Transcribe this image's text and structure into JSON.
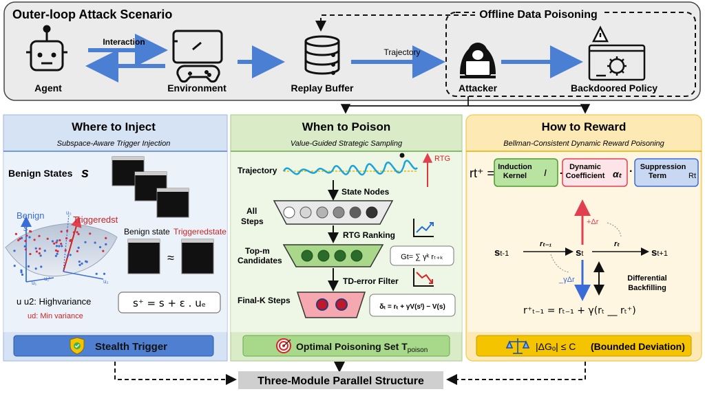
{
  "top": {
    "title": "Outer-loop Attack Scenario",
    "offline_label": "Offline Data Poisoning",
    "interaction_label": "Interaction",
    "trajectory_label": "Trajectory",
    "agent": "Agent",
    "environment": "Environment",
    "replay_buffer": "Replay Buffer",
    "attacker": "Attacker",
    "backdoored_policy": "Backdoored Policy"
  },
  "inject": {
    "title": "Where to Inject",
    "subtitle": "Subspace-Aware Trigger Injection",
    "benign_states": "Benign States",
    "s_symbol": "s",
    "benign": "Benign",
    "benign_s": "s",
    "triggered": "Triggeredst",
    "u3": "u₃",
    "u1": "u₁",
    "u2": "u₂",
    "u1t": "u₁ᵗ",
    "benign_state": "Benign state",
    "triggered_state": "Triggeredstate",
    "approx": "≈",
    "highvariance": "u  u2: Highvariance",
    "min_variance": "ud: Min variance",
    "formula": "s⁺ = s + ε . uₑ",
    "footer": "Stealth Trigger"
  },
  "poison": {
    "title": "When to Poison",
    "subtitle": "Value-Guided Strategic Sampling",
    "trajectory": "Trajectory",
    "rtg": "RTG",
    "state_nodes": "State Nodes",
    "all_steps": "All\nSteps",
    "rtg_ranking": "RTG Ranking",
    "top_m": "Top-m\nCandidates",
    "gt_formula": "Gt= ∑ γᵏ rₜ₊ₖ",
    "td_filter": "TD-error Filter",
    "final_k": "Final-K  Steps",
    "delta_formula": "δₜ = rₜ + γV(sᵗ) − V(s)",
    "footer": "Optimal Poisoning Set T",
    "footer_sub": "poison"
  },
  "reward": {
    "title": "How to Reward",
    "subtitle": "Bellman-Consistent Dynamic Reward Poisoning",
    "rt_label": "rt⁺ =",
    "induction": "Induction\nKernel",
    "induction_sym": "Ι",
    "plus": "+",
    "dynamic": "Dynamic\nCoefficient",
    "alpha": "αₜ",
    "dot": "·",
    "suppression": "Suppression\nTerm",
    "rt_small": "Rt",
    "delta_r": "+Δr",
    "gamma_delta_r": "_γΔr",
    "s_prev": "s",
    "s_prev_sub": "t-1",
    "r_prev": "rₜ₋₁",
    "s_t": "s",
    "s_t_sub": "t",
    "r_t": "rₜ",
    "s_next": "s",
    "s_next_sub": "t+1",
    "differential": "Differential\nBackfilling",
    "bottom_formula": "r⁺ₜ₋₁ = rₜ₋₁ + γ(rₜ __ rₜ⁺)",
    "footer_main": "|ΔGₒ| ≤ C",
    "footer_paren": "(Bounded Deviation)"
  },
  "bottom": {
    "label": "Three-Module Parallel Structure"
  },
  "colors": {
    "top_bg": "#ebebeb",
    "inject_bg": "#d6e3f4",
    "poison_bg": "#d9ecc7",
    "reward_bg": "#fde9b3",
    "arrow_blue": "#4a7fd4",
    "footer_blue": "#4f7fd1",
    "footer_green": "#a8d88a",
    "footer_yellow": "#f5c400"
  }
}
